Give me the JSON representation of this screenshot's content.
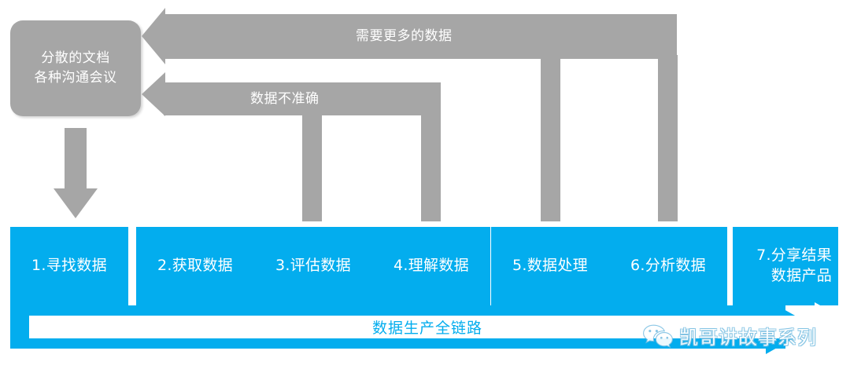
{
  "diagram": {
    "title_text": "数据生产全链路",
    "colors": {
      "stage_blue": "#03ADEE",
      "feedback_grey": "#a6a6a6",
      "text_white": "#ffffff",
      "background": "#ffffff"
    },
    "source_node": {
      "name": "source-node",
      "line1": "分散的文档",
      "line2": "各种沟通会议"
    },
    "feedback_arrows": [
      {
        "name": "need-more-data-arrow",
        "label": "需要更多的数据"
      },
      {
        "name": "inaccurate-data-arrow",
        "label": "数据不准确"
      }
    ],
    "stages": [
      {
        "name": "stage-1",
        "line1": "1.寻找数据",
        "line2": ""
      },
      {
        "name": "stage-2",
        "line1": "2.获取数据",
        "line2": ""
      },
      {
        "name": "stage-3",
        "line1": "3.评估数据",
        "line2": ""
      },
      {
        "name": "stage-4",
        "line1": "4.理解数据",
        "line2": ""
      },
      {
        "name": "stage-5",
        "line1": "5.数据处理",
        "line2": ""
      },
      {
        "name": "stage-6",
        "line1": "6.分析数据",
        "line2": ""
      },
      {
        "name": "stage-7",
        "line1": "7.分享结果",
        "line2": "数据产品"
      }
    ],
    "pipeline_banner": {
      "name": "pipeline-banner",
      "label": "数据生产全链路"
    },
    "watermark": {
      "name": "wechat-watermark",
      "icon": "wechat-icon",
      "text": "凯哥讲故事系列"
    }
  }
}
